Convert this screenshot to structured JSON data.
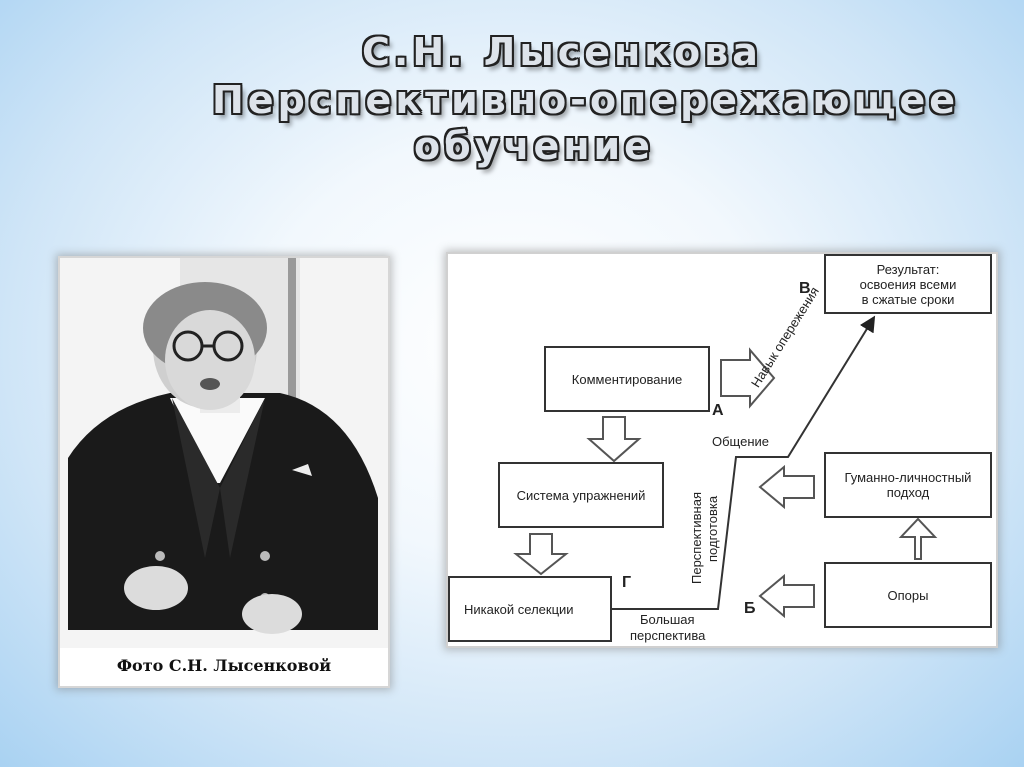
{
  "title": {
    "line1": "С.Н. Лысенкова",
    "line2": "Перспективно-опережающее",
    "line3": "обучение"
  },
  "photo": {
    "caption": "Фото С.Н. Лысенковой"
  },
  "diagram": {
    "boxes": {
      "commenting": "Комментирование",
      "exercises": "Система упражнений",
      "no_selection": "Никакой селекции",
      "result_line1": "Результат:",
      "result_line2": "освоения всеми",
      "result_line3": "в сжатые сроки",
      "humane_line1": "Гуманно-личностный",
      "humane_line2": "подход",
      "supports": "Опоры"
    },
    "letters": {
      "a": "А",
      "b": "Б",
      "v": "В",
      "g": "Г"
    },
    "labels": {
      "communication": "Общение",
      "advance_skill": "Навык опережения",
      "prep_line1": "Перспективная",
      "prep_line2": "подготовка",
      "big_line1": "Большая",
      "big_line2": "перспектива"
    }
  }
}
